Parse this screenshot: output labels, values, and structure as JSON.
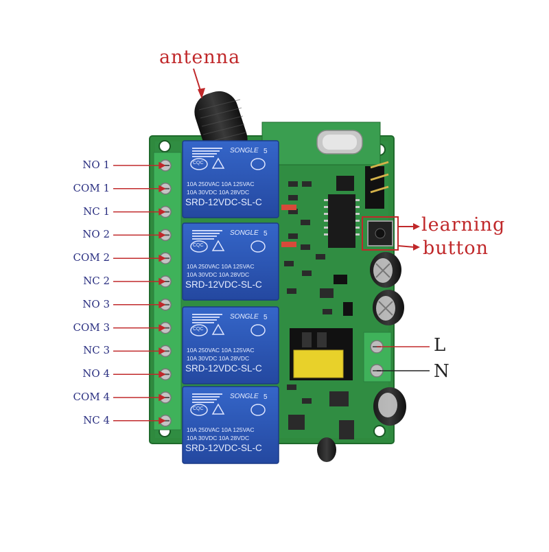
{
  "labels": {
    "antenna": "antenna",
    "learning": "learning",
    "button": "button",
    "L": "L",
    "N": "N"
  },
  "terminals": [
    "NO 1",
    "COM 1",
    "NC 1",
    "NO 2",
    "COM 2",
    "NC 2",
    "NO 3",
    "COM 3",
    "NC 3",
    "NO 4",
    "COM 4",
    "NC 4"
  ],
  "relay": {
    "brand": "SONGLE",
    "rating1": "10A 250VAC  10A 125VAC",
    "rating2": "10A  30VDC  10A  28VDC",
    "model": "SRD-12VDC-SL-C",
    "cqc": "CQC",
    "num": "5"
  },
  "colors": {
    "pcb": "#2f8a3e",
    "relay": "#2a55b5",
    "terminal": "#3fb25a",
    "annotation_red": "#c0282a",
    "label_blue": "#2a2f80"
  }
}
